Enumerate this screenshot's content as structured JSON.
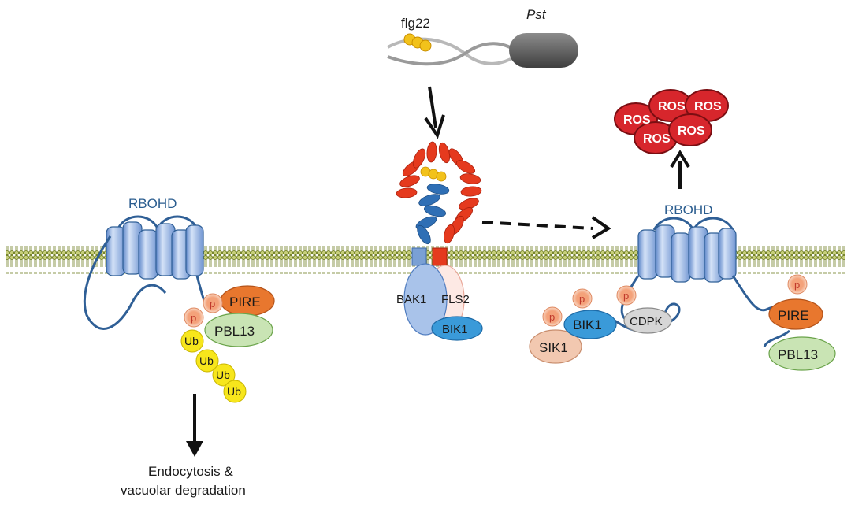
{
  "top": {
    "flg22_label": "flg22",
    "pst_label": "Pst"
  },
  "center_receptor": {
    "bak1_label": "BAK1",
    "fls2_label": "FLS2",
    "bik1_label": "BIK1"
  },
  "left_complex": {
    "rbohd_label": "RBOHD",
    "pire_label": "PIRE",
    "pbl13_label": "PBL13",
    "p_label": "p",
    "ub_label": "Ub",
    "outcome_line1": "Endocytosis &",
    "outcome_line2": "vacuolar degradation"
  },
  "right_complex": {
    "rbohd_label": "RBOHD",
    "ros_label": "ROS",
    "bik1_label": "BIK1",
    "sik1_label": "SIK1",
    "cdpk_label": "CDPK",
    "pire_label": "PIRE",
    "pbl13_label": "PBL13",
    "p_label": "p"
  },
  "colors": {
    "membrane": "#8a9a3a",
    "rbohd_blue": "#9bb8e6",
    "pire_orange": "#e8772e",
    "pbl13_green": "#c9e4b4",
    "ub_yellow": "#f7e61c",
    "ros_red": "#d7262c",
    "bik1_blue": "#3a9ad9",
    "sik1_pink": "#f2c8b0",
    "cdpk_grey": "#d6d6d6",
    "flg22_gold": "#f2c21b",
    "bacterium_grey": "#6b6b6b"
  }
}
